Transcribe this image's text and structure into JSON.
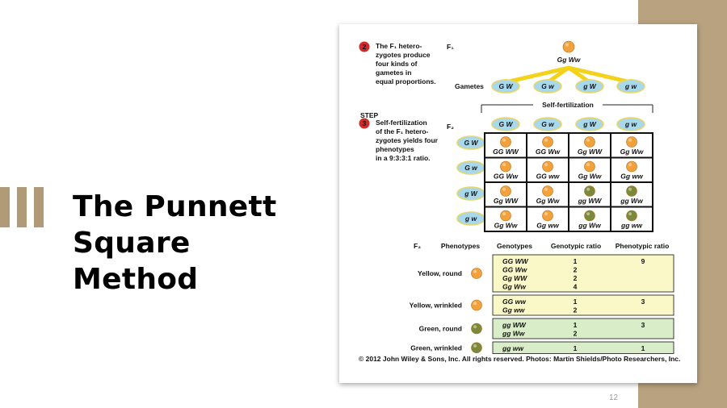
{
  "slide": {
    "title_lines": [
      "The Punnett",
      "Square",
      "Method"
    ],
    "page_number": "12"
  },
  "figure": {
    "step2": {
      "badge": "2",
      "lines": [
        "The F₁ hetero-",
        "zygotes produce",
        "four kinds of",
        "gametes in",
        "equal proportions."
      ]
    },
    "step3": {
      "badge_label": "STEP",
      "badge": "3",
      "lines": [
        "Self-fertilization",
        "of the F₁ hetero-",
        "zygotes yields four",
        "phenotypes",
        "in a 9:3:3:1 ratio."
      ]
    },
    "f1_label": "F₁",
    "f1_genotype": "Gg  Ww",
    "gametes_label": "Gametes",
    "gametes": [
      "G W",
      "G w",
      "g W",
      "g w"
    ],
    "self_fert_label": "Self-fertilization",
    "f2_label": "F₂",
    "grid_cells": [
      [
        "GG   WW",
        "GG   Ww",
        "Gg   WW",
        "Gg   Ww"
      ],
      [
        "GG   Ww",
        "GG   ww",
        "Gg   Ww",
        "Gg   ww"
      ],
      [
        "Gg   WW",
        "Gg   Ww",
        "gg   WW",
        "gg   Ww"
      ],
      [
        "Gg   Ww",
        "Gg   ww",
        "gg   Ww",
        "gg   ww"
      ]
    ],
    "table": {
      "f2_label": "F₂",
      "headers": [
        "Phenotypes",
        "Genotypes",
        "Genotypic ratio",
        "Phenotypic ratio"
      ],
      "groups": [
        {
          "phenotype": "Yellow, round",
          "genotypes": [
            "GG  WW",
            "GG  Ww",
            "Gg  WW",
            "Gg  Ww"
          ],
          "ratios": [
            "1",
            "2",
            "2",
            "4"
          ],
          "phenotypic": "9"
        },
        {
          "phenotype": "Yellow, wrinkled",
          "genotypes": [
            "GG  ww",
            "Gg  ww"
          ],
          "ratios": [
            "1",
            "2"
          ],
          "phenotypic": "3"
        },
        {
          "phenotype": "Green, round",
          "genotypes": [
            "gg  WW",
            "gg  Ww"
          ],
          "ratios": [
            "1",
            "2"
          ],
          "phenotypic": "3"
        },
        {
          "phenotype": "Green, wrinkled",
          "genotypes": [
            "gg  ww"
          ],
          "ratios": [
            "1"
          ],
          "phenotypic": "1"
        }
      ]
    },
    "copyright": "© 2012 John Wiley & Sons, Inc. All rights reserved. Photos: Martin Shields/Photo Researchers, Inc."
  },
  "colors": {
    "tan": "#b8a27f",
    "gamete_fill": "#a8d8ec",
    "gamete_stroke": "#e8d66a",
    "yellow_row": "#fbf8c8",
    "green_row": "#d9eec8",
    "pea_yellow": "#f3a13a",
    "pea_green": "#7a8a3a",
    "arrow": "#f5d21a"
  }
}
